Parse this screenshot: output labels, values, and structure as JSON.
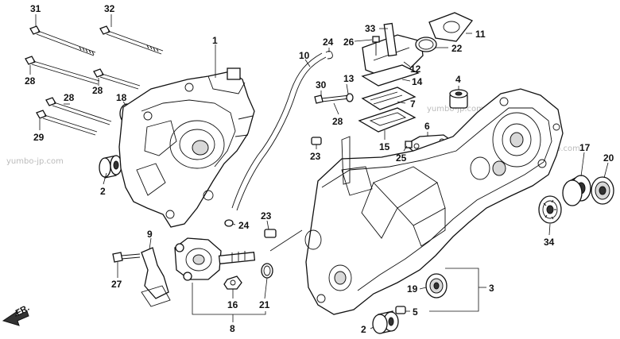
{
  "watermarks": [
    "yumbo-jp.com",
    "yumbo-jp.com",
    "yumbo-jp.com"
  ],
  "direction_label": "FR.",
  "callouts": [
    "31",
    "32",
    "1",
    "28",
    "28",
    "18",
    "28",
    "29",
    "2",
    "10",
    "24",
    "33",
    "26",
    "11",
    "22",
    "12",
    "14",
    "30",
    "13",
    "7",
    "28",
    "15",
    "23",
    "6",
    "25",
    "4",
    "17",
    "20",
    "34",
    "23",
    "24",
    "9",
    "27",
    "16",
    "8",
    "21",
    "19",
    "5",
    "3",
    "2"
  ]
}
